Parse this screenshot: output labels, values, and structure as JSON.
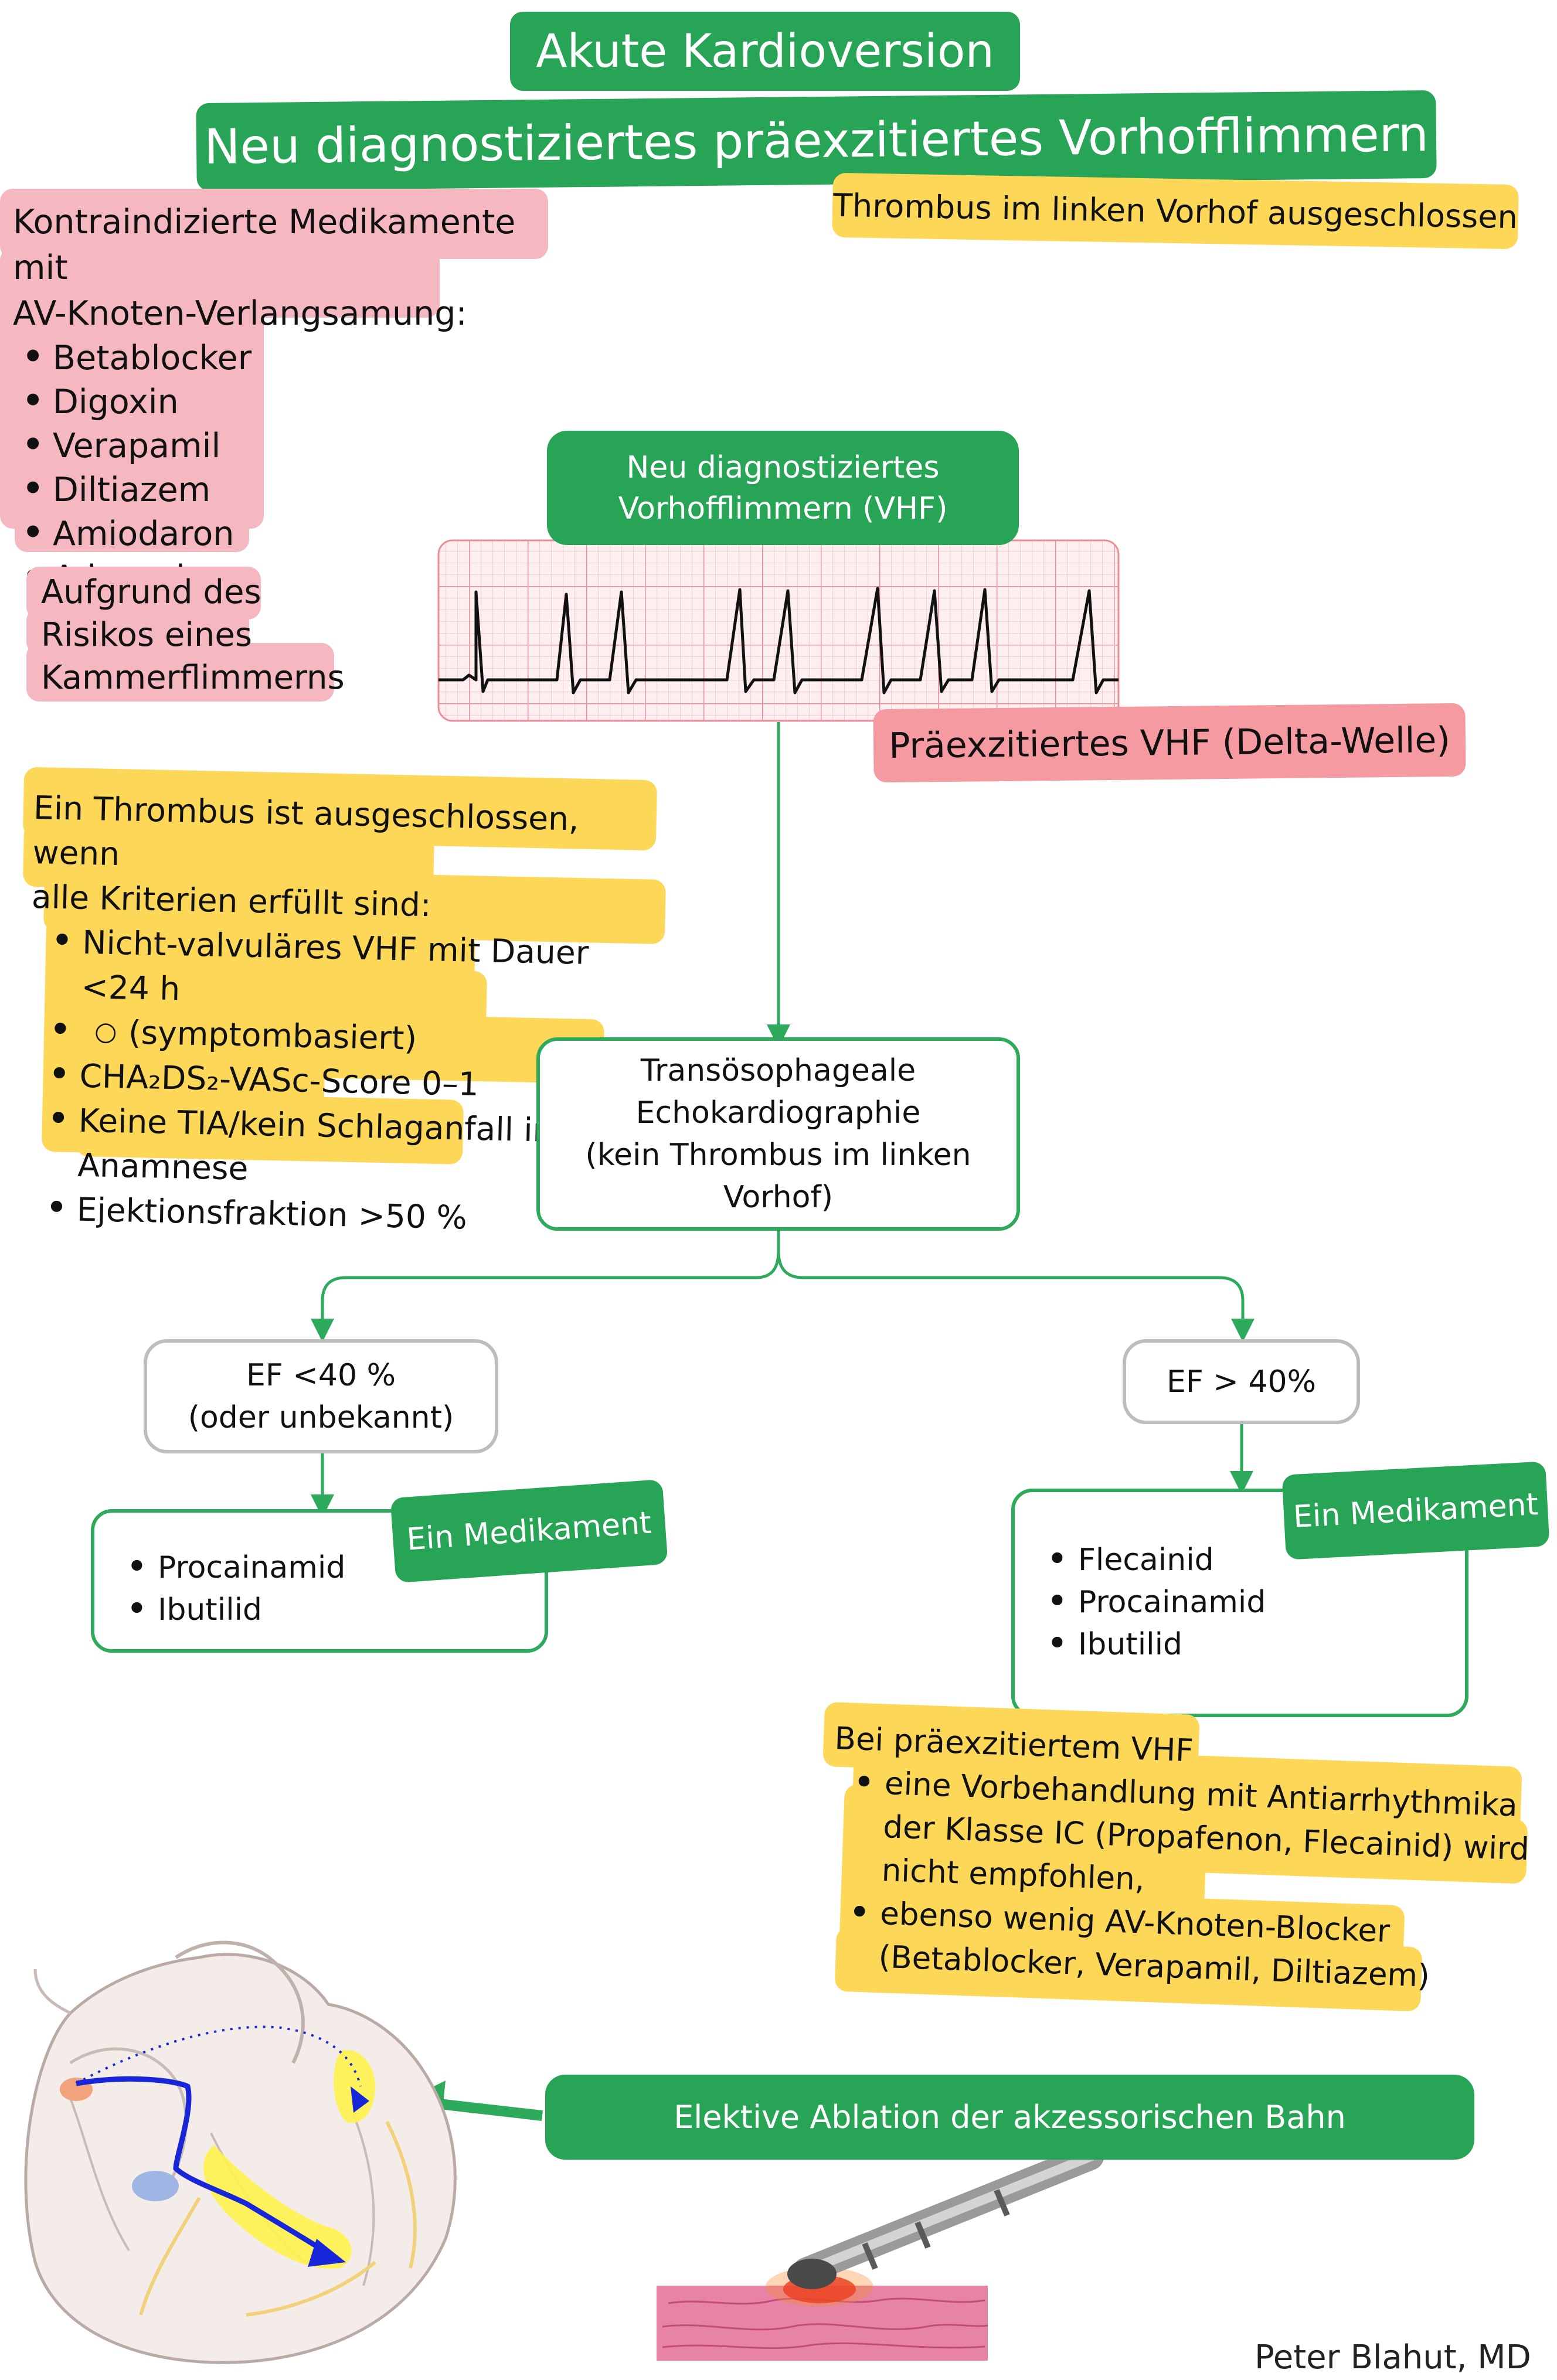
{
  "title_pills": {
    "title": "Akute Kardioversion",
    "subtitle": "Neu diagnostiziertes präexzitiertes Vorhofflimmern",
    "thrombus_note": "Thrombus im linken Vorhof ausgeschlossen"
  },
  "contraindicated": {
    "heading_line1": "Kontraindizierte Medikamente mit",
    "heading_line2": "AV-Knoten-Verlangsamung:",
    "items": [
      "Betablocker",
      "Digoxin",
      "Verapamil",
      "Diltiazem",
      "Amiodaron",
      "Adenosin"
    ],
    "reason_lines": [
      "Aufgrund des",
      "Risikos eines",
      "Kammerflimmerns"
    ]
  },
  "vhf_node": {
    "line1": "Neu diagnostiziertes",
    "line2": "Vorhofflimmern (VHF)"
  },
  "ecg_label": "Präexzitiertes VHF (Delta-Welle)",
  "criteria": {
    "heading_line1": "Ein Thrombus ist ausgeschlossen, wenn",
    "heading_line2": "alle Kriterien erfüllt sind:",
    "item1": "Nicht-valvuläres VHF mit Dauer <24 h",
    "item1_sub": "(symptombasiert)",
    "item2": "CHA₂DS₂-VASc-Score 0–1",
    "item3_line1": "Keine TIA/kein Schlaganfall in der",
    "item3_line2": "Anamnese",
    "item4": "Ejektionsfraktion >50 %"
  },
  "tee_node": {
    "line1": "Transösophageale",
    "line2": "Echokardiographie",
    "line3": "(kein Thrombus im linken",
    "line4": "Vorhof)"
  },
  "ef_low": {
    "line1": "EF <40 %",
    "line2": "(oder unbekannt)",
    "tag": "Ein Medikament",
    "drugs": [
      "Procainamid",
      "Ibutilid"
    ]
  },
  "ef_high": {
    "label": "EF > 40%",
    "tag": "Ein Medikament",
    "drugs": [
      "Flecainid",
      "Procainamid",
      "Ibutilid"
    ]
  },
  "preexcited_note": {
    "heading": "Bei präexzitiertem VHF",
    "item1_lines": [
      "eine Vorbehandlung mit Antiarrhythmika",
      "der Klasse IC (Propafenon, Flecainid) wird",
      "nicht empfohlen,"
    ],
    "item2_lines": [
      "ebenso wenig AV-Knoten-Blocker",
      "(Betablocker, Verapamil, Diltiazem)"
    ]
  },
  "ablation_label": "Elektive Ablation der akzessorischen Bahn",
  "author": "Peter Blahut, MD",
  "colors": {
    "green": "#27a455",
    "pink": "#f6b8c0",
    "yellow": "#fcd758",
    "rose": "#f49aa0",
    "ecg_grid": "#f2a6ae",
    "pathway": "#1626d8"
  },
  "icons": {
    "ecg": "ecg-strip-illustration",
    "heart": "heart-conduction-illustration",
    "catheter": "ablation-catheter-illustration"
  }
}
